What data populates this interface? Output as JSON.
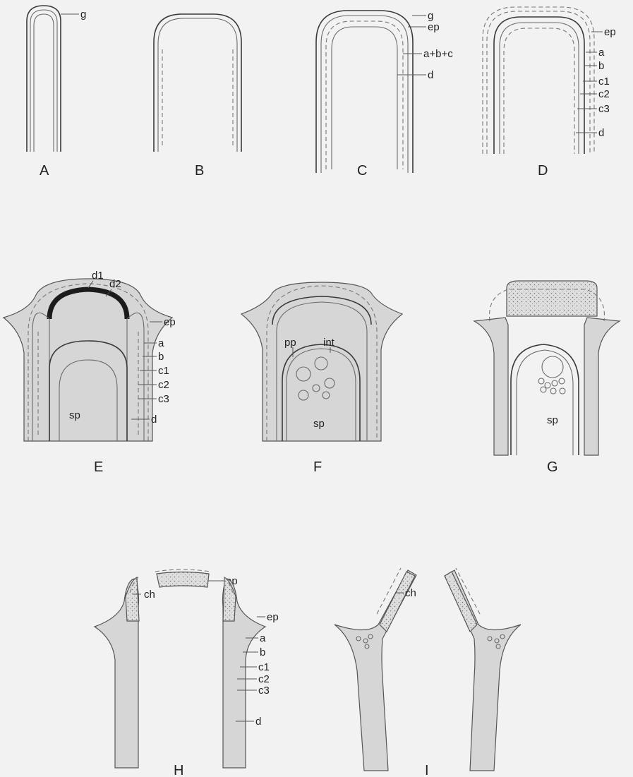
{
  "panels": {
    "A": {
      "caption": "A",
      "labels": {
        "g": "g"
      }
    },
    "B": {
      "caption": "B"
    },
    "C": {
      "caption": "C",
      "labels": {
        "g": "g",
        "ep": "ep",
        "abc": "a+b+c",
        "d": "d"
      }
    },
    "D": {
      "caption": "D",
      "labels": {
        "ep": "ep",
        "a": "a",
        "b": "b",
        "c1": "c1",
        "c2": "c2",
        "c3": "c3",
        "d": "d"
      }
    },
    "E": {
      "caption": "E",
      "labels": {
        "d1": "d1",
        "d2": "d2",
        "ep": "ep",
        "a": "a",
        "b": "b",
        "c1": "c1",
        "c2": "c2",
        "c3": "c3",
        "d": "d",
        "sp": "sp"
      }
    },
    "F": {
      "caption": "F",
      "labels": {
        "pp": "pp",
        "int": "int",
        "sp": "sp"
      }
    },
    "G": {
      "caption": "G",
      "labels": {
        "sp": "sp"
      }
    },
    "H": {
      "caption": "H",
      "labels": {
        "op": "op",
        "ch": "ch",
        "ep": "ep",
        "a": "a",
        "b": "b",
        "c1": "c1",
        "c2": "c2",
        "c3": "c3",
        "d": "d"
      }
    },
    "I": {
      "caption": "I",
      "labels": {
        "ch": "ch"
      }
    }
  }
}
